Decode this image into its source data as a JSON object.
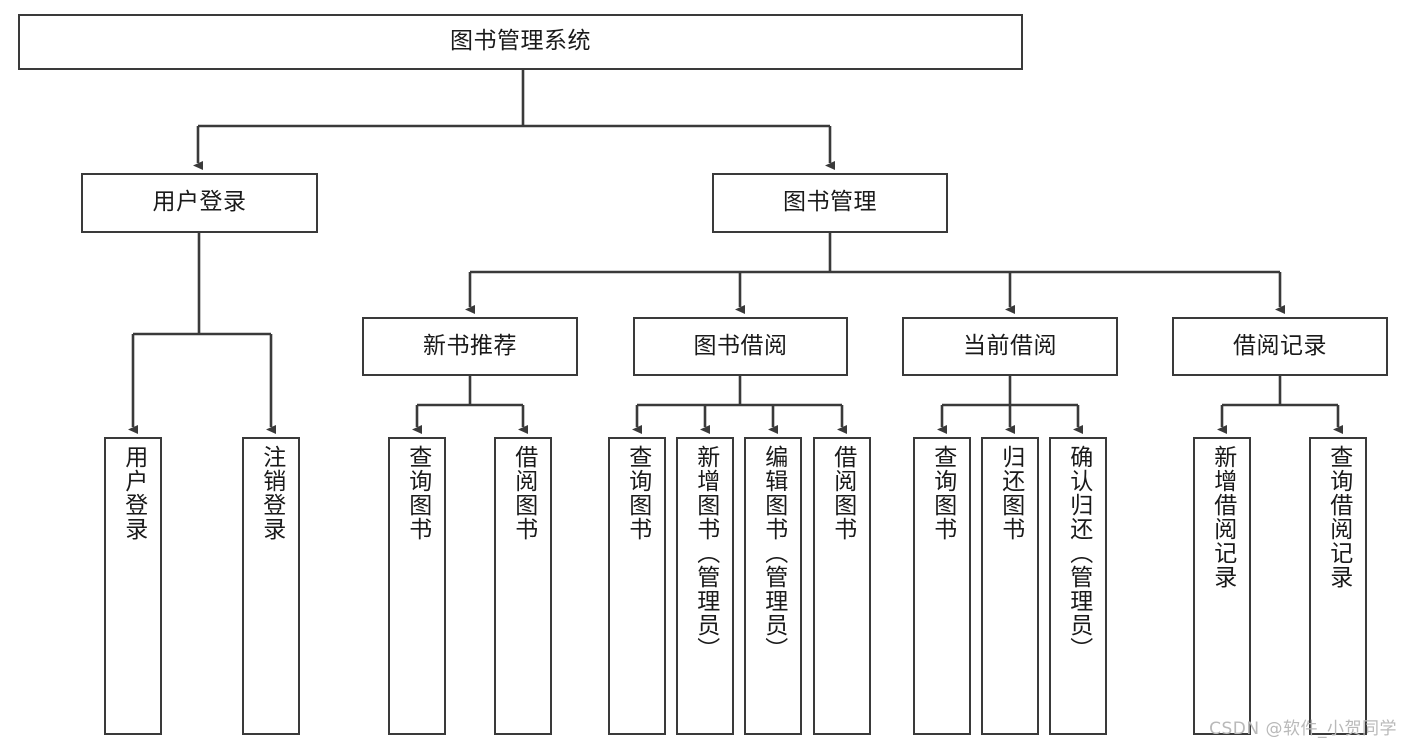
{
  "diagram": {
    "type": "tree",
    "title": "图书管理系统",
    "root": {
      "label": "图书管理系统"
    },
    "level2": [
      {
        "label": "用户登录"
      },
      {
        "label": "图书管理"
      }
    ],
    "level3": [
      {
        "label": "新书推荐"
      },
      {
        "label": "图书借阅"
      },
      {
        "label": "当前借阅"
      },
      {
        "label": "借阅记录"
      }
    ],
    "leaves": {
      "user_login": [
        {
          "label": "用户登录"
        },
        {
          "label": "注销登录"
        }
      ],
      "new_book": [
        {
          "label": "查询图书"
        },
        {
          "label": "借阅图书"
        }
      ],
      "book_borrow": [
        {
          "label": "查询图书"
        },
        {
          "label": "新增图书（管理员）"
        },
        {
          "label": "编辑图书（管理员）"
        },
        {
          "label": "借阅图书"
        }
      ],
      "current_borrow": [
        {
          "label": "查询图书"
        },
        {
          "label": "归还图书"
        },
        {
          "label": "确认归还（管理员）"
        }
      ],
      "borrow_record": [
        {
          "label": "新增借阅记录"
        },
        {
          "label": "查询借阅记录"
        }
      ]
    }
  },
  "watermark": {
    "text": "CSDN @软件_小贺同学"
  },
  "colors": {
    "box_border": "#3a3a3a",
    "box_fill": "#ffffff",
    "connector": "#3a3a3a",
    "text": "#1a1a1a",
    "watermark": "#b9b9b9"
  }
}
